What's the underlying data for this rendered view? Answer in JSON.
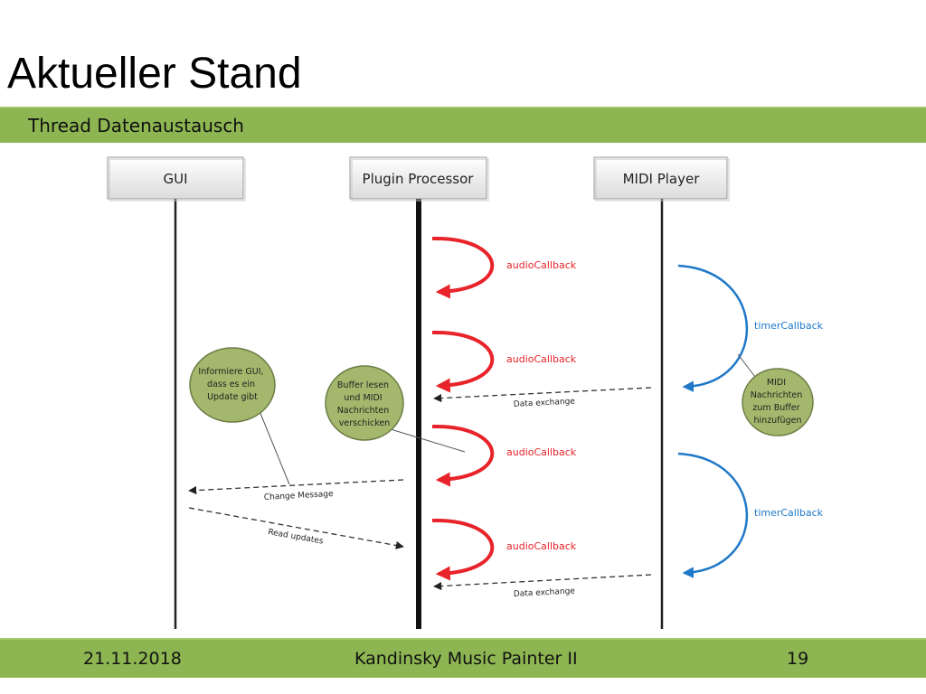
{
  "slide": {
    "title": "Aktueller Stand",
    "subtitle": "Thread Datenaustausch",
    "footer": {
      "date": "21.11.2018",
      "center": "Kandinsky Music Painter II",
      "page": "19"
    }
  },
  "diagram": {
    "lanes": [
      "GUI",
      "Plugin Processor",
      "MIDI Player"
    ],
    "callbacks": {
      "audio": [
        "audioCallback",
        "audioCallback",
        "audioCallback",
        "audioCallback"
      ],
      "timer": [
        "timerCallback",
        "timerCallback"
      ]
    },
    "messages": {
      "data_exchange_1": "Data exchange",
      "data_exchange_2": "Data exchange",
      "change_message": "Change Message",
      "read_updates": "Read updates"
    },
    "notes": {
      "gui_note": [
        "Informiere GUI,",
        "dass es ein",
        "Update gibt"
      ],
      "buffer_note": [
        "Buffer lesen",
        "und MIDI",
        "Nachrichten",
        "verschicken"
      ],
      "midi_note": [
        "MIDI",
        "Nachrichten",
        "zum Buffer",
        "hinzufügen"
      ]
    },
    "colors": {
      "audio_arc": "#e8232a",
      "timer_arc": "#1f78c8",
      "note_fill": "#a3b86c",
      "bar_green": "#8db652"
    }
  }
}
